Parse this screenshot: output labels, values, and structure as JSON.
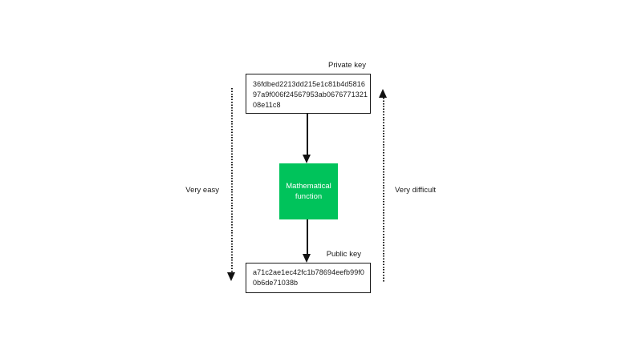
{
  "diagram": {
    "title_semantic": "One-way cryptographic key derivation diagram",
    "private_key": {
      "label": "Private key",
      "lines": [
        "36fdbed2213dd215e1c81b4d5816",
        "97a9f006f24567953ab0676771321",
        "08e11c8"
      ],
      "value": "36fdbed2213dd215e1c81b4d581697a9f006f24567953ab067677132108e11c8"
    },
    "function_box": {
      "label": "Mathematical function",
      "color": "#00c35b",
      "text_color": "#ffffff"
    },
    "public_key": {
      "label": "Public key",
      "lines": [
        "a71c2ae1ec42fc1b78694eefb99f0",
        "0b6de71038b"
      ],
      "value": "a71c2ae1ec42fc1b78694eefb99f00b6de71038b"
    },
    "left_annotation": "Very easy",
    "right_annotation": "Very difficult",
    "line_color": "#1a1a1a"
  }
}
